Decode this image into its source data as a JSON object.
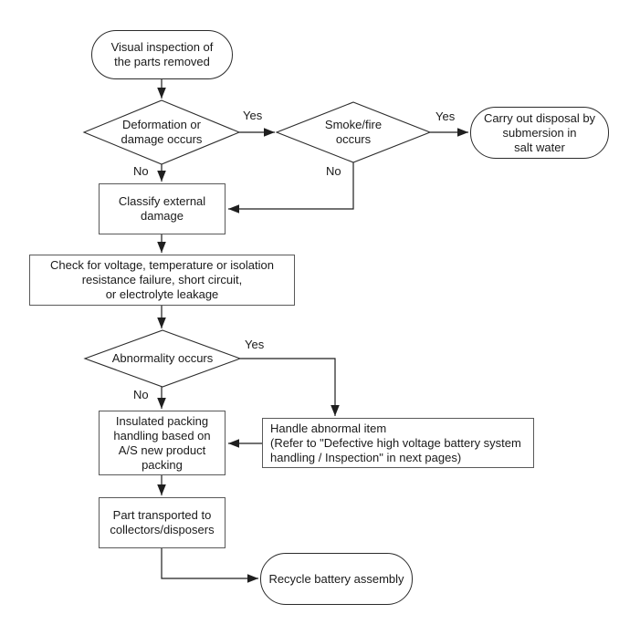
{
  "diagram_title": "Battery disposal / inspection flowchart",
  "colors": {
    "background": "#ffffff",
    "rect_border": "#595959",
    "shape_stroke": "#2b2b2b",
    "line": "#1f1f1f",
    "text": "#1a1a1a"
  },
  "nodes": {
    "start": "Visual inspection of\nthe parts removed",
    "deformation": "Deformation or\ndamage occurs",
    "smoke": "Smoke/fire\noccurs",
    "disposal": "Carry out disposal by\nsubmersion in\nsalt water",
    "classify": "Classify external\ndamage",
    "check": "Check for voltage, temperature or isolation\nresistance failure, short circuit,\nor electrolyte leakage",
    "abnormality": "Abnormality occurs",
    "insulated": "Insulated packing\nhandling based on\nA/S new product\npacking",
    "handle": "Handle abnormal item\n(Refer to \"Defective high voltage battery system\nhandling / Inspection\" in next pages)",
    "part": "Part transported to\ncollectors/disposers",
    "recycle": "Recycle battery assembly"
  },
  "edge_labels": {
    "deformation_yes": "Yes",
    "deformation_no": "No",
    "smoke_yes": "Yes",
    "smoke_no": "No",
    "abnormality_yes": "Yes",
    "abnormality_no": "No"
  }
}
